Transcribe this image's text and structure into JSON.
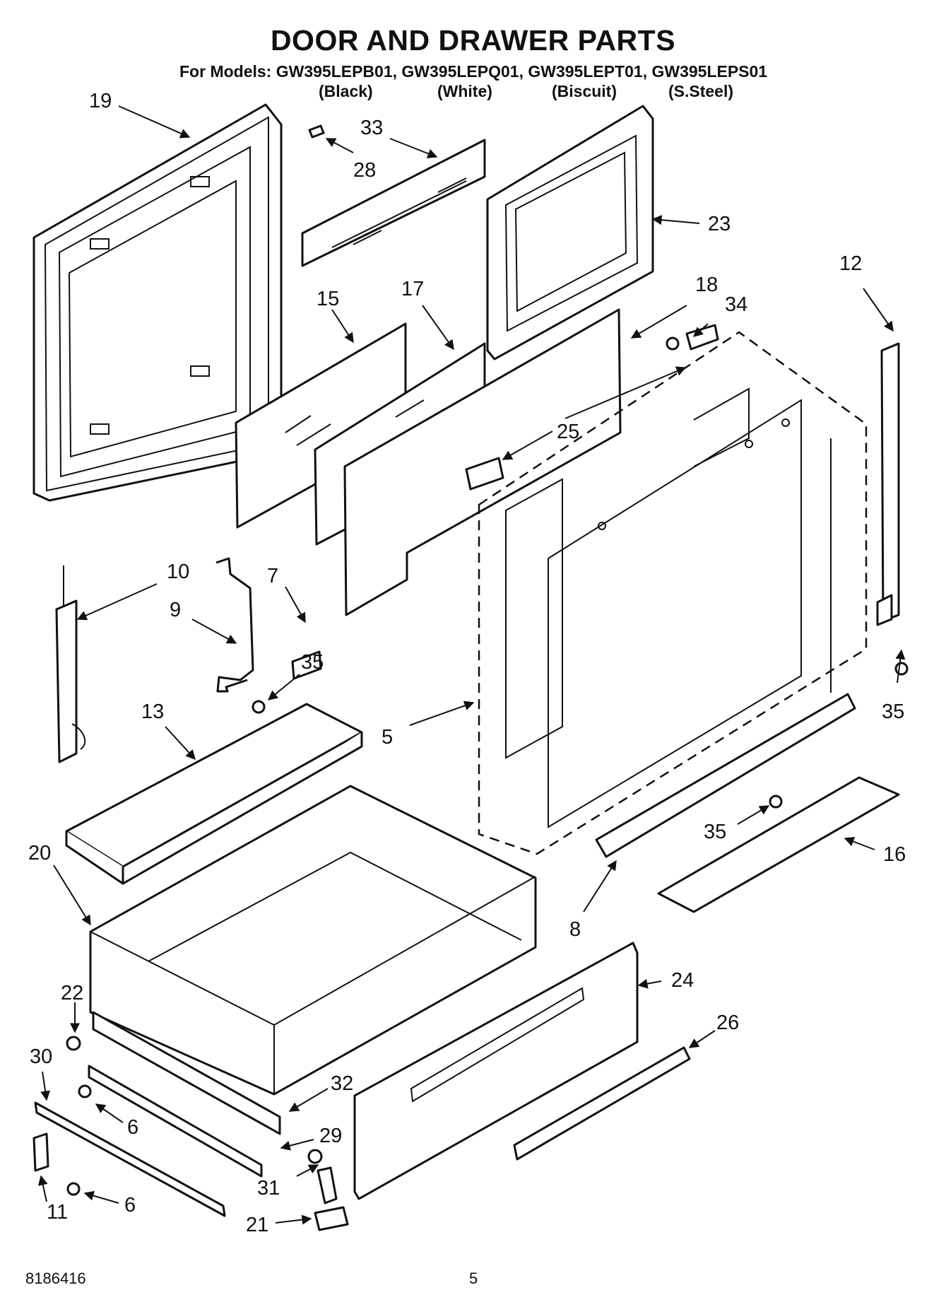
{
  "header": {
    "title": "DOOR AND DRAWER PARTS",
    "models_line": "For Models: GW395LEPB01, GW395LEPQ01, GW395LEPT01, GW395LEPS01",
    "colors": [
      "(Black)",
      "(White)",
      "(Biscuit)",
      "(S.Steel)"
    ]
  },
  "callouts": [
    "19",
    "33",
    "28",
    "23",
    "12",
    "15",
    "17",
    "18",
    "34",
    "25",
    "7",
    "10",
    "9",
    "35",
    "13",
    "5",
    "35",
    "20",
    "35",
    "16",
    "8",
    "22",
    "24",
    "26",
    "30",
    "32",
    "6",
    "29",
    "11",
    "6",
    "31",
    "21"
  ],
  "footer": {
    "part_number": "8186416",
    "page": "5"
  }
}
